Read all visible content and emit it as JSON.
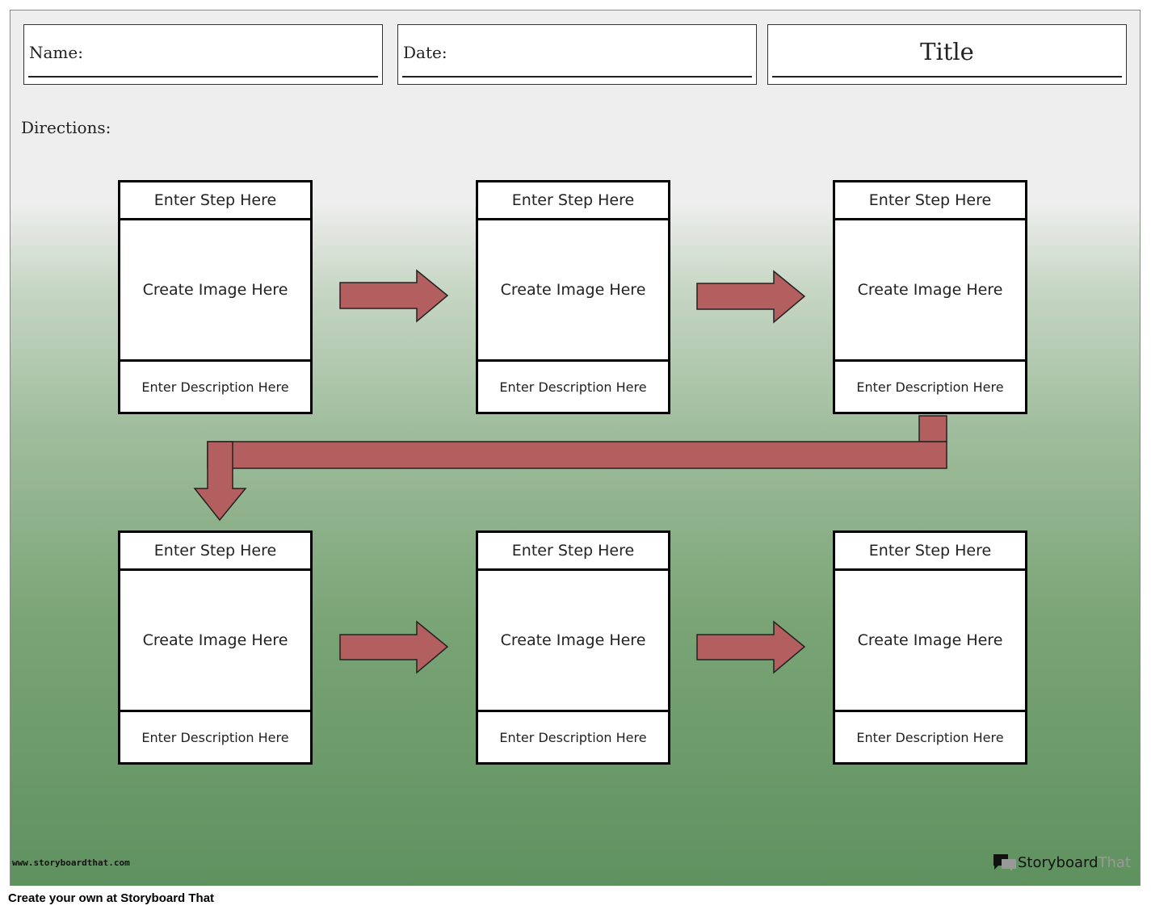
{
  "header": {
    "name_label": "Name:",
    "date_label": "Date:",
    "title": "Title"
  },
  "directions_label": "Directions:",
  "cards": [
    {
      "step": "Enter Step Here",
      "image": "Create Image Here",
      "description": "Enter Description Here"
    },
    {
      "step": "Enter Step Here",
      "image": "Create Image Here",
      "description": "Enter Description Here"
    },
    {
      "step": "Enter Step Here",
      "image": "Create Image Here",
      "description": "Enter Description Here"
    },
    {
      "step": "Enter Step Here",
      "image": "Create Image Here",
      "description": "Enter Description Here"
    },
    {
      "step": "Enter Step Here",
      "image": "Create Image Here",
      "description": "Enter Description Here"
    },
    {
      "step": "Enter Step Here",
      "image": "Create Image Here",
      "description": "Enter Description Here"
    }
  ],
  "colors": {
    "arrow": "#b35f5f"
  },
  "watermark_url": "www.storyboardthat.com",
  "logo": {
    "part1": "Storyboard",
    "part2": "That",
    "icon": "speech-bubbles-icon"
  },
  "footer": "Create your own at Storyboard That"
}
